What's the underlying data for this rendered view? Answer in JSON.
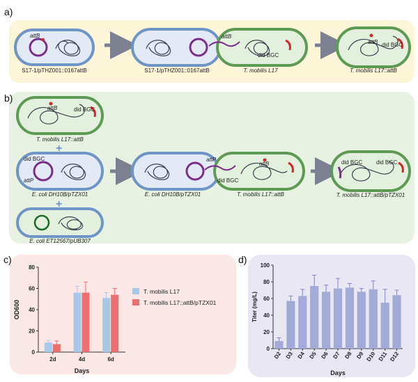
{
  "colors": {
    "panel_a_bg": "#fdf5d8",
    "panel_b_bg": "#e8f2e2",
    "panel_c_bg": "#fbe7e6",
    "panel_d_bg": "#e9e7f4",
    "ecoli_wall": "#6f95c6",
    "ecoli_fill": "#e3eaf6",
    "tmob_wall": "#5e9a54",
    "tmob_fill": "#e4f0de",
    "dna": "#3b4150",
    "plasmid_purple": "#7a2f8a",
    "bgc_red": "#cc2b2b",
    "arrow": "#7c8090",
    "bar_blue": "#a7c8e6",
    "bar_red": "#ee6f6f",
    "bar_purple": "#a4aad8"
  },
  "panel_a": {
    "label": "a)",
    "cell1": {
      "name": "S17-1/pTHZ001::0167attB",
      "gene": "attB"
    },
    "cell2": {
      "name": "S17-1/pTHZ001::0167attB"
    },
    "cell3": {
      "name": "T. mobilis L17",
      "gene": "did BGC"
    },
    "plasmid_tag": "attB",
    "cell4": {
      "name": "T. mobilis L17::attB",
      "gene1": "attB",
      "gene2": "did BGC"
    }
  },
  "panel_b": {
    "label": "b)",
    "cell1": {
      "name": "T. mobilis L17::attB",
      "gene1": "attB",
      "gene2": "did BGC"
    },
    "plus": "+",
    "cell2": {
      "name": "E. coli DH10B/pTZX01",
      "gene1": "did BGC",
      "gene2": "attP"
    },
    "cell3": {
      "name": "E. coli ET12567/pUB307"
    },
    "cell4": {
      "name": "E. coli DH10B/pTZX01",
      "tag": "attP"
    },
    "cell5": {
      "name": "T. mobilis L17::attB",
      "gene1": "did BGC",
      "gene2": "attB"
    },
    "cell6": {
      "name": "T. mobilis L17::attB/pTZX01",
      "gene1": "did BGC",
      "gene2": "did BGC"
    }
  },
  "panel_c": {
    "label": "c)",
    "chart_data": {
      "type": "bar",
      "categories": [
        "2d",
        "4d",
        "6d"
      ],
      "series": [
        {
          "name": "T. mobilis L17",
          "values": [
            9,
            56,
            51
          ],
          "errors": [
            2,
            6,
            5
          ]
        },
        {
          "name": "T. mobilis L17::attB/pTZX01",
          "values": [
            7.5,
            56,
            54
          ],
          "errors": [
            3,
            10,
            6
          ]
        }
      ],
      "xlabel": "Days",
      "ylabel": "OD600",
      "ylim": [
        0,
        80
      ],
      "yticks": [
        0,
        20,
        40,
        60,
        80
      ]
    }
  },
  "panel_d": {
    "label": "d)",
    "chart_data": {
      "type": "bar",
      "categories": [
        "D2",
        "D3",
        "D4",
        "D5",
        "D6",
        "D7",
        "D8",
        "D9",
        "D10",
        "D11",
        "D12"
      ],
      "series": [
        {
          "values": [
            9,
            57,
            63,
            75,
            68,
            72,
            73,
            68,
            71,
            55,
            64
          ],
          "errors": [
            4,
            6,
            8,
            13,
            8,
            12,
            5,
            4,
            10,
            16,
            6
          ]
        }
      ],
      "xlabel": "Days",
      "ylabel": "Titer (mg/L)",
      "ylim": [
        0,
        100
      ],
      "yticks": [
        0,
        20,
        40,
        60,
        80,
        100
      ]
    }
  }
}
